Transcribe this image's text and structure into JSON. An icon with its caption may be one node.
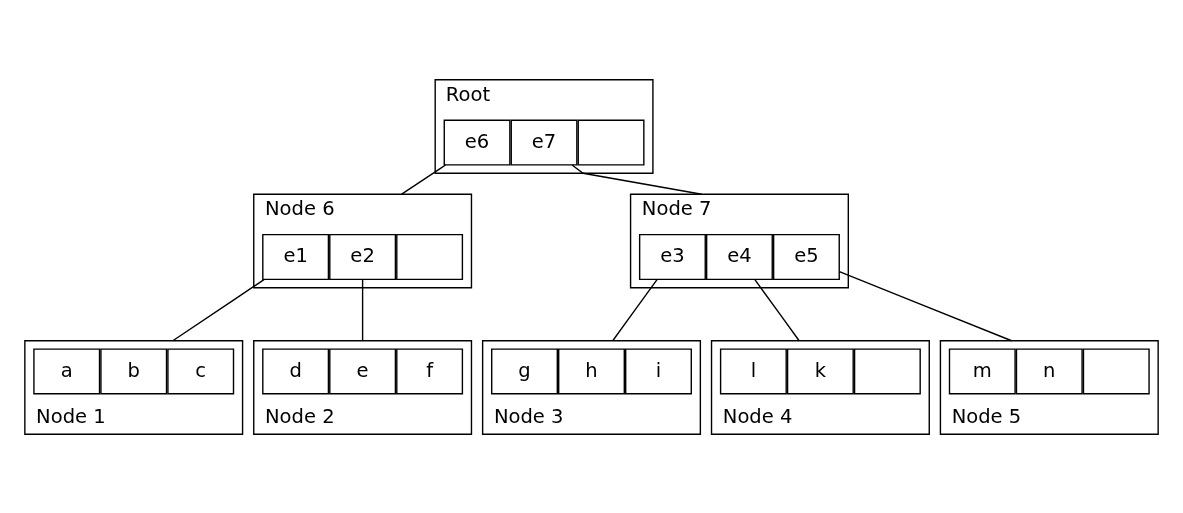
{
  "diagram": {
    "nodes": [
      {
        "text": [
          "Root"
        ]
      },
      {
        "text": [
          "e6"
        ],
        "in": 0
      },
      {
        "text": [
          "e7"
        ],
        "in": 0
      },
      {
        "text": [],
        "shape": "box",
        "in": 0
      },
      {
        "text": [
          "Node 6"
        ]
      },
      {
        "text": [
          "e1"
        ],
        "in": 4
      },
      {
        "text": [
          "e2"
        ],
        "in": 4
      },
      {
        "text": [],
        "shape": "box",
        "in": 4
      },
      {
        "text": [
          "Node 7"
        ]
      },
      {
        "text": [
          "e3"
        ],
        "in": 8
      },
      {
        "text": [
          "e4"
        ],
        "in": 8
      },
      {
        "text": [
          "e5"
        ],
        "in": 8
      },
      {
        "text": [
          "Node 1"
        ]
      },
      {
        "text": [
          "a"
        ],
        "in": 12
      },
      {
        "text": [
          "b"
        ],
        "in": 12
      },
      {
        "text": [
          "c"
        ],
        "in": 12
      },
      {
        "text": [
          "Node 2"
        ]
      },
      {
        "text": [
          "d"
        ],
        "in": 16
      },
      {
        "text": [
          "e"
        ],
        "in": 16
      },
      {
        "text": [
          "f"
        ],
        "in": 16
      },
      {
        "text": [
          "Node 3"
        ]
      },
      {
        "text": [
          "g"
        ],
        "in": 20
      },
      {
        "text": [
          "h"
        ],
        "in": 20
      },
      {
        "text": [
          "i"
        ],
        "in": 20
      },
      {
        "text": [
          "Node 4"
        ]
      },
      {
        "text": [
          "l"
        ],
        "in": 24
      },
      {
        "text": [
          "k"
        ],
        "in": 24
      },
      {
        "text": [],
        "shape": "box",
        "in": 24
      },
      {
        "text": [
          "Node 5"
        ]
      },
      {
        "text": [
          "m"
        ],
        "in": 28
      },
      {
        "text": [
          "n"
        ],
        "in": 28
      },
      {
        "text": [],
        "shape": "box",
        "in": 28
      }
    ],
    "edges": [
      {
        "from": 1,
        "to": 4,
        "arrow": "none"
      },
      {
        "from": 2,
        "to": 8,
        "arrow": "none"
      },
      {
        "from": 5,
        "to": 12,
        "arrow": "none"
      },
      {
        "from": 6,
        "to": 16,
        "arrow": "none"
      },
      {
        "from": 9,
        "to": 20,
        "arrow": "none"
      },
      {
        "from": 10,
        "to": 24,
        "arrow": "none"
      },
      {
        "from": 11,
        "to": 28,
        "arrow": "none"
      }
    ]
  }
}
